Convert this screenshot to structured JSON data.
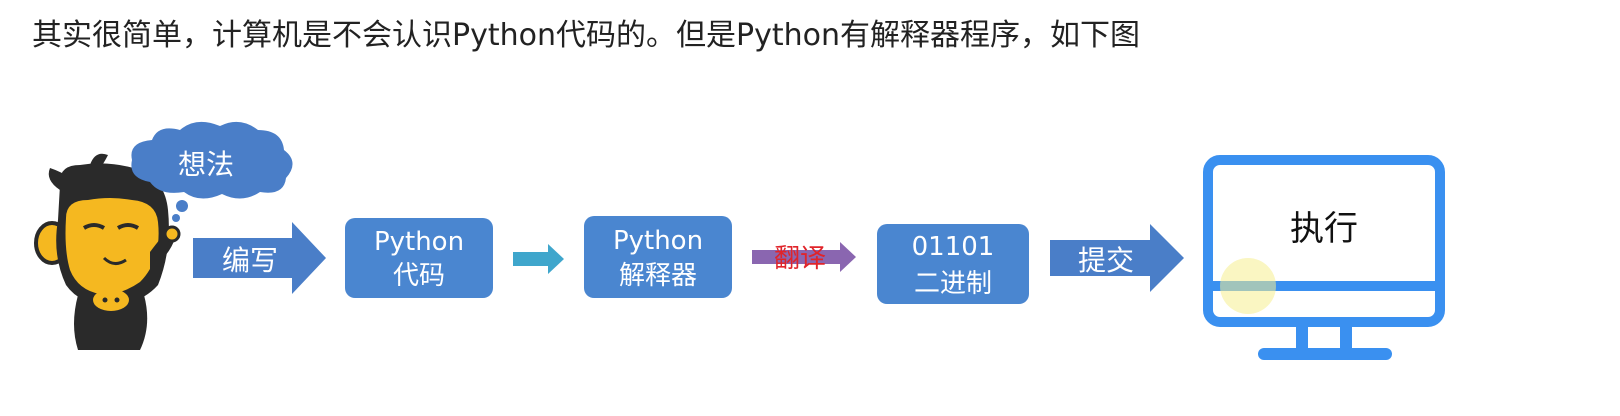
{
  "heading": "其实很简单，计算机是不会认识Python代码的。但是Python有解释器程序，如下图",
  "bubble_label": "想法",
  "arrow_write_label": "编写",
  "box_code": {
    "line1": "Python",
    "line2": "代码"
  },
  "box_interpreter": {
    "line1": "Python",
    "line2": "解释器"
  },
  "arrow_translate_label": "翻译",
  "box_binary": {
    "line1": "01101",
    "line2": "二进制"
  },
  "arrow_submit_label": "提交",
  "monitor_label": "执行",
  "colors": {
    "box_fill": "#4a86d0",
    "arrow_fill": "#4a7ec8",
    "small_arrow": "#3fa6cc",
    "translate_arrow": "#8a66b0",
    "translate_text": "#e0242a",
    "monitor": "#3a90f0",
    "bubble": "#4a7ec8",
    "mascot_body": "#2a2a2a",
    "mascot_face": "#f5b820"
  }
}
